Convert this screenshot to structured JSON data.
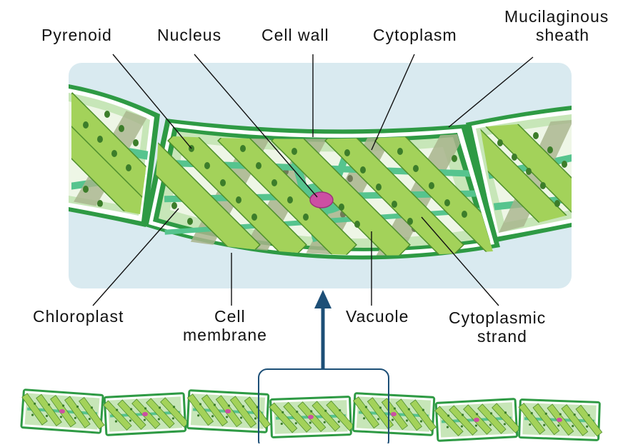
{
  "labels": {
    "pyrenoid": "Pyrenoid",
    "nucleus": "Nucleus",
    "cell_wall": "Cell wall",
    "cytoplasm": "Cytoplasm",
    "mucilaginous_line1": "Mucilaginous",
    "mucilaginous_line2": "sheath",
    "chloroplast": "Chloroplast",
    "cell_membrane_line1": "Cell",
    "cell_membrane_line2": "membrane",
    "vacuole": "Vacuole",
    "cytoplasmic_strand_line1": "Cytoplasmic",
    "cytoplasmic_strand_line2": "strand"
  },
  "colors": {
    "panel_background": "#d9eaf0",
    "sheath": "#2e9a44",
    "cell_wall_fill": "#c7e6b8",
    "chloroplast": "#a3d25a",
    "chloroplast_edge": "#4f8f2c",
    "pyrenoid": "#3c7d2a",
    "cytoplasmic_strand": "#56c48e",
    "nucleus": "#cc4fa3",
    "arrow": "#1d4f77",
    "highlight_box": "#1d4f77"
  },
  "filament": {
    "cell_count": 7,
    "highlighted_cell_index": 3
  }
}
